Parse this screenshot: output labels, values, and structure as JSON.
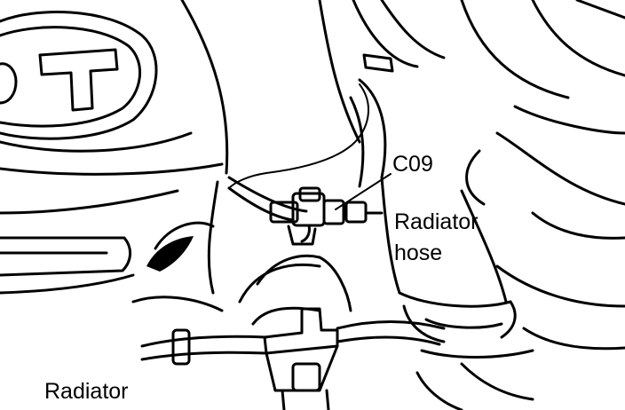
{
  "labels": {
    "connector": "C09",
    "radiator_hose_line1": "Radiator",
    "radiator_hose_line2": "hose",
    "radiator": "Radiator"
  },
  "colors": {
    "ink": "#000000",
    "paper": "#ffffff"
  }
}
